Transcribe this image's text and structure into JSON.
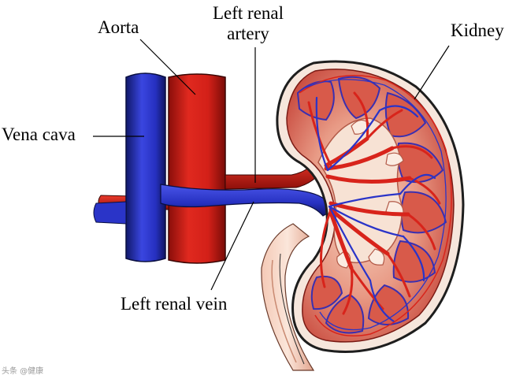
{
  "labels": {
    "aorta": "Aorta",
    "left_renal_artery_line1": "Left renal",
    "left_renal_artery_line2": "artery",
    "kidney": "Kidney",
    "vena_cava": "Vena cava",
    "left_renal_vein": "Left renal vein"
  },
  "watermark": "头条 @健康",
  "colors": {
    "artery": "#d8241b",
    "vein": "#2a34c8",
    "kidney_cortex": "#d9695a",
    "kidney_medulla": "#f2c8b8",
    "pelvis": "#f6ddd0",
    "capsule": "#2a2a2a"
  }
}
